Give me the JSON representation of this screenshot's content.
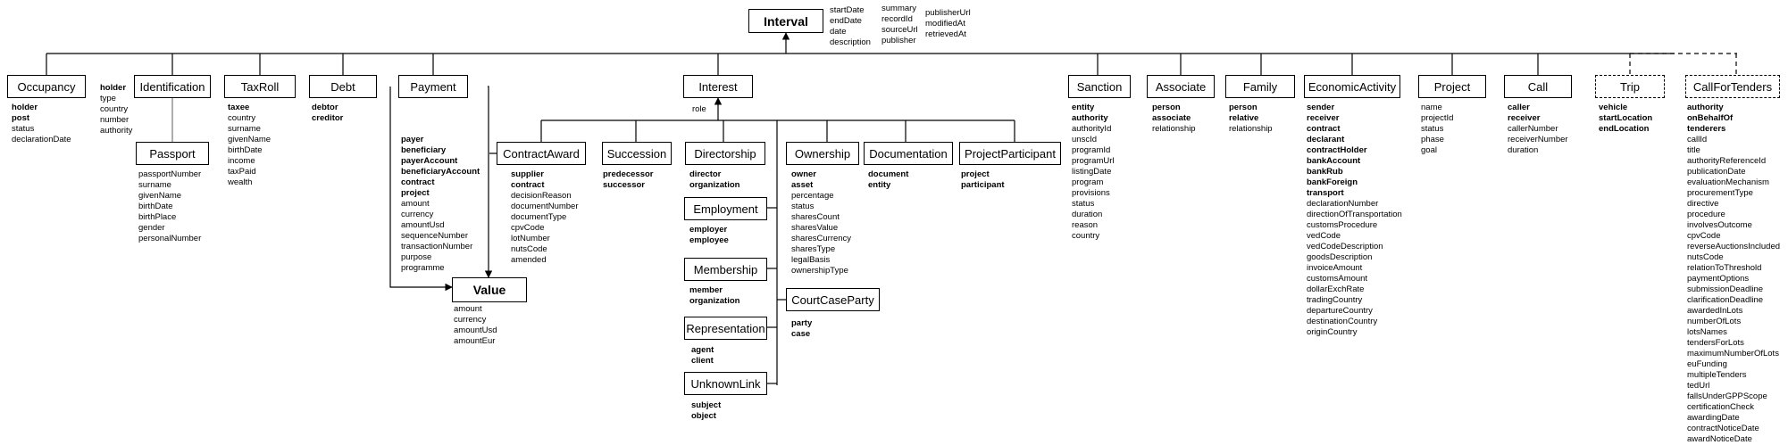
{
  "interval": {
    "label": "Interval",
    "attrs_col1": [
      "startDate",
      "endDate",
      "date",
      "description"
    ],
    "attrs_col2": [
      "summary",
      "recordId",
      "sourceUrl",
      "publisher"
    ],
    "attrs_col3": [
      "publisherUrl",
      "modifiedAt",
      "retrievedAt"
    ]
  },
  "nodes": {
    "occupancy": {
      "label": "Occupancy",
      "bold_attrs": [
        "holder",
        "post"
      ],
      "attrs": [
        "status",
        "declarationDate"
      ]
    },
    "identification": {
      "label": "Identification",
      "bold_attrs": [
        "holder"
      ],
      "attrs": [
        "type",
        "country",
        "number",
        "authority"
      ]
    },
    "passport": {
      "label": "Passport",
      "bold_attrs": [],
      "attrs": [
        "passportNumber",
        "surname",
        "givenName",
        "birthDate",
        "birthPlace",
        "gender",
        "personalNumber"
      ]
    },
    "taxroll": {
      "label": "TaxRoll",
      "bold_attrs": [
        "taxee"
      ],
      "attrs": [
        "country",
        "surname",
        "givenName",
        "birthDate",
        "income",
        "taxPaid",
        "wealth"
      ]
    },
    "debt": {
      "label": "Debt",
      "bold_attrs": [
        "debtor",
        "creditor"
      ],
      "attrs": []
    },
    "payment": {
      "label": "Payment",
      "bold_attrs": [
        "payer",
        "beneficiary",
        "payerAccount",
        "beneficiaryAccount",
        "contract",
        "project"
      ],
      "attrs": [
        "amount",
        "currency",
        "amountUsd",
        "sequenceNumber",
        "transactionNumber",
        "purpose",
        "programme"
      ]
    },
    "value": {
      "label": "Value",
      "bold_attrs": [],
      "attrs": [
        "amount",
        "currency",
        "amountUsd",
        "amountEur"
      ]
    },
    "interest": {
      "label": "Interest",
      "bold_attrs": [],
      "attrs": [
        "role"
      ]
    },
    "contractaward": {
      "label": "ContractAward",
      "bold_attrs": [
        "supplier",
        "contract"
      ],
      "attrs": [
        "decisionReason",
        "documentNumber",
        "documentType",
        "cpvCode",
        "lotNumber",
        "nutsCode",
        "amended"
      ]
    },
    "succession": {
      "label": "Succession",
      "bold_attrs": [
        "predecessor",
        "successor"
      ],
      "attrs": []
    },
    "directorship": {
      "label": "Directorship",
      "bold_attrs": [
        "director",
        "organization"
      ],
      "attrs": []
    },
    "employment": {
      "label": "Employment",
      "bold_attrs": [
        "employer",
        "employee"
      ],
      "attrs": []
    },
    "membership": {
      "label": "Membership",
      "bold_attrs": [
        "member",
        "organization"
      ],
      "attrs": []
    },
    "representation": {
      "label": "Representation",
      "bold_attrs": [
        "agent",
        "client"
      ],
      "attrs": []
    },
    "unknownlink": {
      "label": "UnknownLink",
      "bold_attrs": [
        "subject",
        "object"
      ],
      "attrs": []
    },
    "ownership": {
      "label": "Ownership",
      "bold_attrs": [
        "owner",
        "asset"
      ],
      "attrs": [
        "percentage",
        "status",
        "sharesCount",
        "sharesValue",
        "sharesCurrency",
        "sharesType",
        "legalBasis",
        "ownershipType"
      ]
    },
    "courtcaseparty": {
      "label": "CourtCaseParty",
      "bold_attrs": [
        "party",
        "case"
      ],
      "attrs": []
    },
    "documentation": {
      "label": "Documentation",
      "bold_attrs": [
        "document",
        "entity"
      ],
      "attrs": []
    },
    "projectparticipant": {
      "label": "ProjectParticipant",
      "bold_attrs": [
        "project",
        "participant"
      ],
      "attrs": []
    },
    "sanction": {
      "label": "Sanction",
      "bold_attrs": [
        "entity",
        "authority"
      ],
      "attrs": [
        "authorityId",
        "unscId",
        "programId",
        "programUrl",
        "listingDate",
        "program",
        "provisions",
        "status",
        "duration",
        "reason",
        "country"
      ]
    },
    "associate": {
      "label": "Associate",
      "bold_attrs": [
        "person",
        "associate"
      ],
      "attrs": [
        "relationship"
      ]
    },
    "family": {
      "label": "Family",
      "bold_attrs": [
        "person",
        "relative"
      ],
      "attrs": [
        "relationship"
      ]
    },
    "economicactivity": {
      "label": "EconomicActivity",
      "bold_attrs": [
        "sender",
        "receiver",
        "contract",
        "declarant",
        "contractHolder",
        "bankAccount",
        "bankRub",
        "bankForeign",
        "transport"
      ],
      "attrs": [
        "declarationNumber",
        "directionOfTransportation",
        "customsProcedure",
        "vedCode",
        "vedCodeDescription",
        "goodsDescription",
        "invoiceAmount",
        "customsAmount",
        "dollarExchRate",
        "tradingCountry",
        "departureCountry",
        "destinationCountry",
        "originCountry"
      ]
    },
    "project": {
      "label": "Project",
      "bold_attrs": [],
      "attrs": [
        "name",
        "projectId",
        "status",
        "phase",
        "goal"
      ]
    },
    "call": {
      "label": "Call",
      "bold_attrs": [
        "caller",
        "receiver"
      ],
      "attrs": [
        "callerNumber",
        "receiverNumber",
        "duration"
      ]
    },
    "trip": {
      "label": "Trip",
      "bold_attrs": [
        "vehicle",
        "startLocation",
        "endLocation"
      ],
      "attrs": []
    },
    "callfortenders": {
      "label": "CallForTenders",
      "bold_attrs": [
        "authority",
        "onBehalfOf",
        "tenderers"
      ],
      "attrs": [
        "callId",
        "title",
        "authorityReferenceId",
        "publicationDate",
        "evaluationMechanism",
        "procurementType",
        "directive",
        "procedure",
        "involvesOutcome",
        "cpvCode",
        "reverseAuctionsIncluded",
        "nutsCode",
        "relationToThreshold",
        "paymentOptions",
        "submissionDeadline",
        "clarificationDeadline",
        "awardedInLots",
        "numberOfLots",
        "lotsNames",
        "tendersForLots",
        "maximumNumberOfLots",
        "euFunding",
        "multipleTenders",
        "tedUrl",
        "fallsUnderGPPScope",
        "certificationCheck",
        "awardingDate",
        "contractNoticeDate",
        "awardNoticeDate"
      ]
    }
  }
}
